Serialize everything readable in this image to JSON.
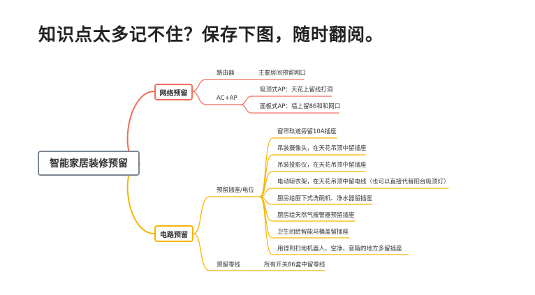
{
  "title": "知识点太多记不住？保存下图，随时翻阅。",
  "colors": {
    "network": "#f26d5d",
    "electric": "#f7b500",
    "root_border": "#7b8794"
  },
  "root": "智能家居装修预留",
  "network": {
    "label": "网络预留",
    "children": [
      {
        "label": "路由器",
        "items": [
          "主要房间预留网口"
        ]
      },
      {
        "label": "AC+AP",
        "items": [
          "吸顶式AP：天花上留线打洞",
          "面板式AP：墙上留86和和网口"
        ]
      }
    ]
  },
  "electric": {
    "label": "电路预留",
    "children": [
      {
        "label": "预留插座/电位",
        "items": [
          "窗帘轨道旁留10A插座",
          "吊装摄像头，在天花吊顶中留插座",
          "吊装投影仪，在天花吊顶中留插座",
          "电动晾衣架，在天花吊顶中留电线（也可以直接代替阳台吸顶灯）",
          "厨房给厨下式洗碗机、净水器留插座",
          "厨房给天然气报警器预留插座",
          "卫生间给智能马桶盖留插座",
          "用得到扫地机器人、空净、音箱的地方多留插座"
        ]
      },
      {
        "label": "预留零线",
        "items": [
          "所有开关86盒中留零线"
        ]
      }
    ]
  }
}
